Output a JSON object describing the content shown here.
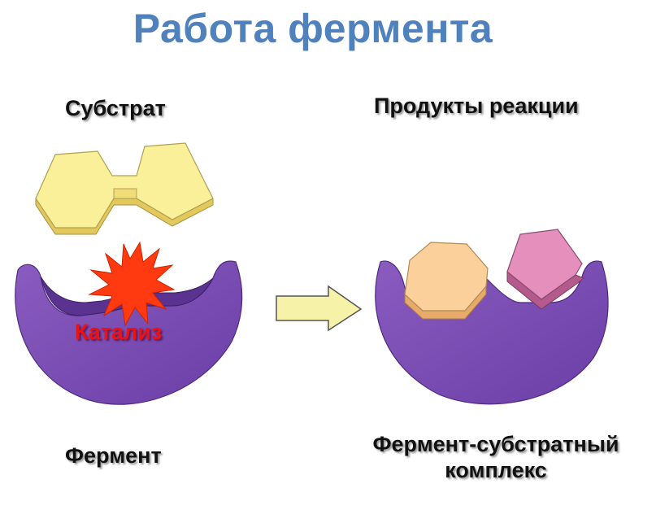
{
  "title": "Работа фермента",
  "labels": {
    "substrate": "Субстрат",
    "products": "Продукты реакции",
    "catalysis": "Катализ",
    "enzyme": "Фермент",
    "complex_line1": "Фермент-субстратный",
    "complex_line2": "комплекс"
  },
  "colors": {
    "title": "#4f81bd",
    "enzyme": "#7d4fb2",
    "enzyme_dark": "#4e2a80",
    "substrate": "#fbf09a",
    "substrate_side": "#e9d26a",
    "product_hexagon": "#fbd09a",
    "product_pentagon": "#dd7fb0",
    "star": "#ff3a10",
    "arrow": "#f6f3a8"
  },
  "icons": {
    "reaction_arrow": "right-arrow-icon",
    "catalysis_burst": "starburst-icon"
  }
}
